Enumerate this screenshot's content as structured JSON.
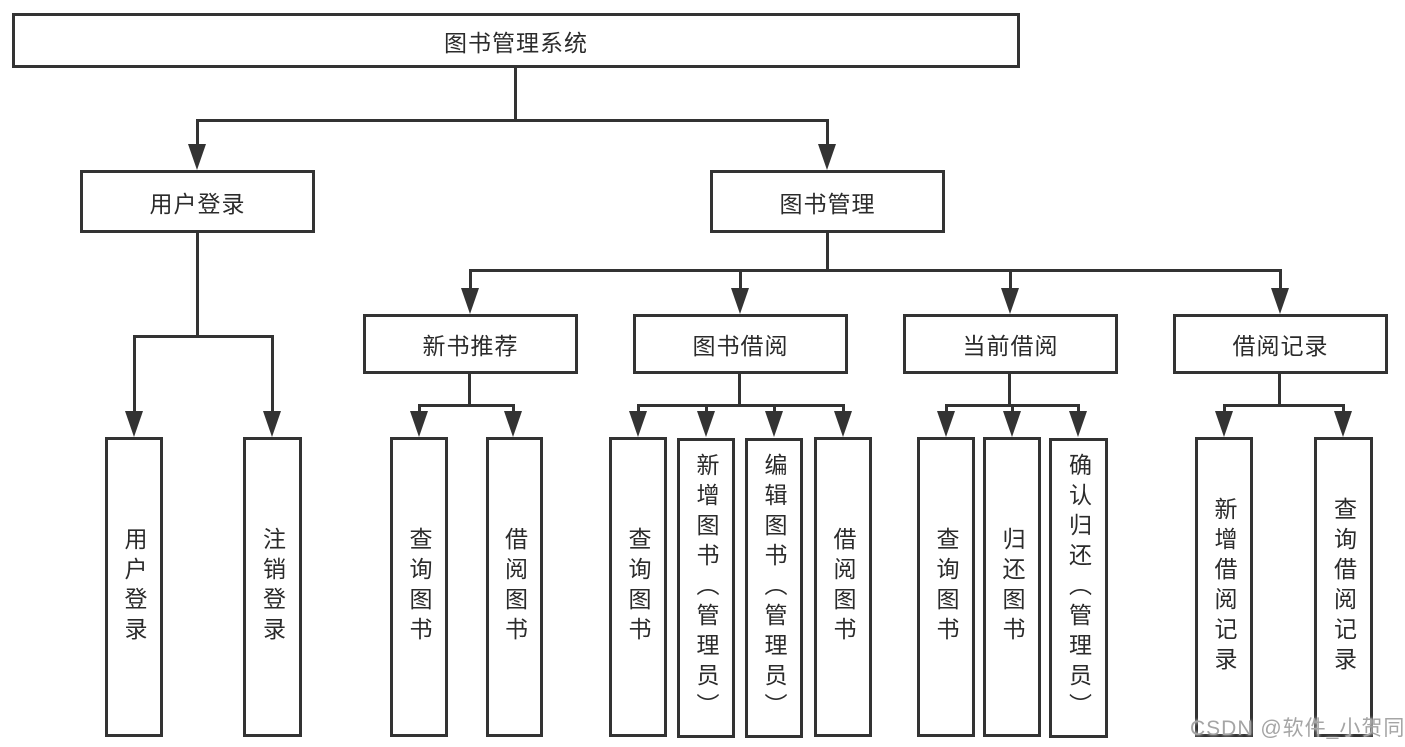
{
  "diagram_type": "hierarchy-tree",
  "tree": {
    "root": {
      "label": "图书管理系统"
    },
    "level2": [
      {
        "label": "用户登录",
        "children": [
          {
            "label": "用户登录"
          },
          {
            "label": "注销登录"
          }
        ]
      },
      {
        "label": "图书管理",
        "children": [
          {
            "label": "新书推荐",
            "children": [
              {
                "label": "查询图书"
              },
              {
                "label": "借阅图书"
              }
            ]
          },
          {
            "label": "图书借阅",
            "children": [
              {
                "label": "查询图书"
              },
              {
                "label": "新增图书（管理员）"
              },
              {
                "label": "编辑图书（管理员）"
              },
              {
                "label": "借阅图书"
              }
            ]
          },
          {
            "label": "当前借阅",
            "children": [
              {
                "label": "查询图书"
              },
              {
                "label": "归还图书"
              },
              {
                "label": "确认归还（管理员）"
              }
            ]
          },
          {
            "label": "借阅记录",
            "children": [
              {
                "label": "新增借阅记录"
              },
              {
                "label": "查询借阅记录"
              }
            ]
          }
        ]
      }
    ]
  },
  "watermark": {
    "text": "CSDN @软件_小贺同学"
  },
  "colors": {
    "line": "#333333",
    "box_border": "#333333",
    "text": "#2b2b2b",
    "watermark": "#a5a5a5",
    "background": "#ffffff"
  }
}
